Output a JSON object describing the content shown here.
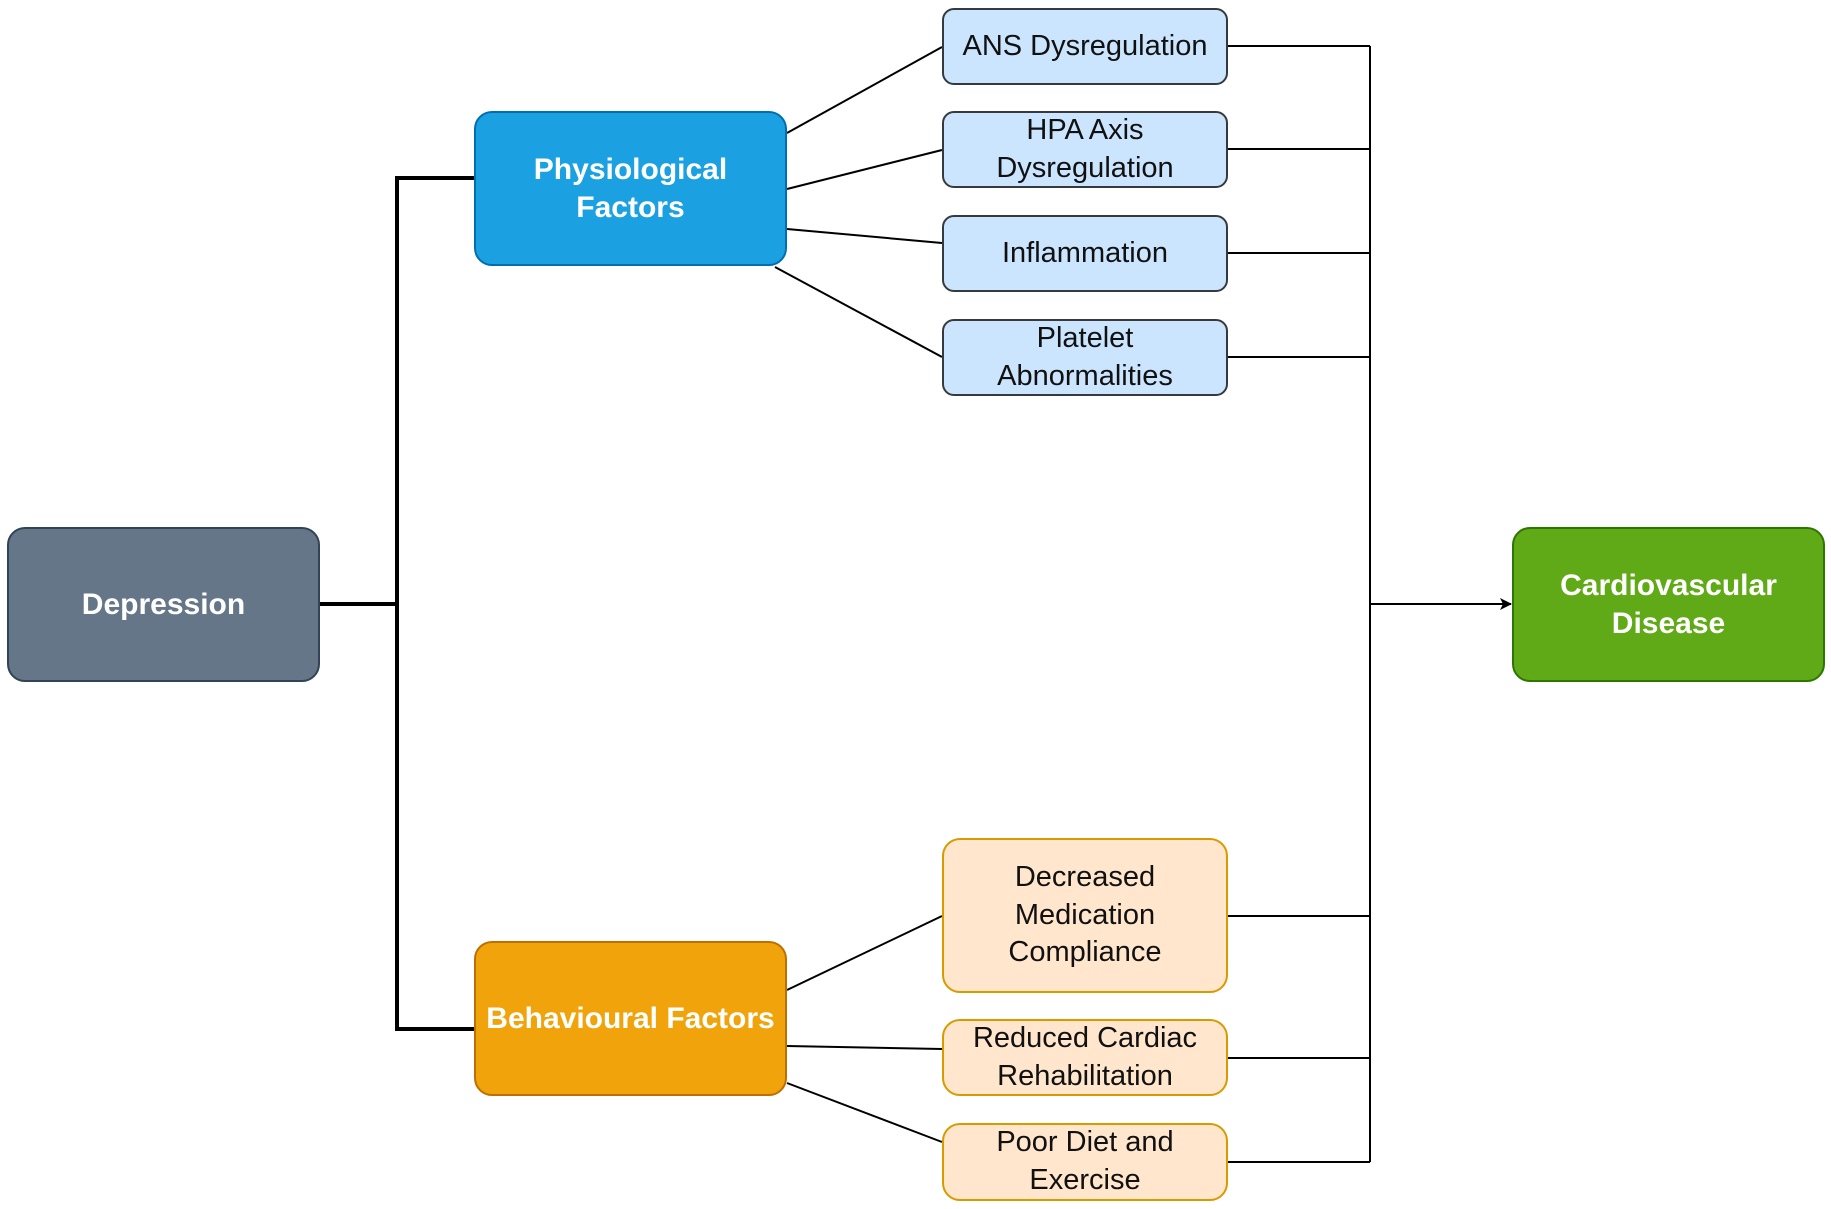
{
  "colors": {
    "depression_fill": "#647687",
    "depression_border": "#314354",
    "physio_fill": "#1ba1e2",
    "physio_border": "#006eaf",
    "behav_fill": "#f0a30a",
    "behav_border": "#bd7000",
    "cvd_fill": "#60a917",
    "cvd_border": "#2d7600",
    "blue_sub_fill": "#cce5ff",
    "blue_sub_border": "#36393d",
    "orange_sub_fill": "#ffe6cc",
    "orange_sub_border": "#d79b00",
    "connector": "#000000"
  },
  "nodes": {
    "depression": "Depression",
    "physiological": "Physiological\nFactors",
    "behavioural": "Behavioural Factors",
    "cvd": "Cardiovascular\nDisease",
    "physiological_children": [
      "ANS Dysregulation",
      "HPA Axis\nDysregulation",
      "Inflammation",
      "Platelet\nAbnormalities"
    ],
    "behavioural_children": [
      "Decreased\nMedication\nCompliance",
      "Reduced Cardiac\nRehabilitation",
      "Poor Diet and\nExercise"
    ]
  }
}
